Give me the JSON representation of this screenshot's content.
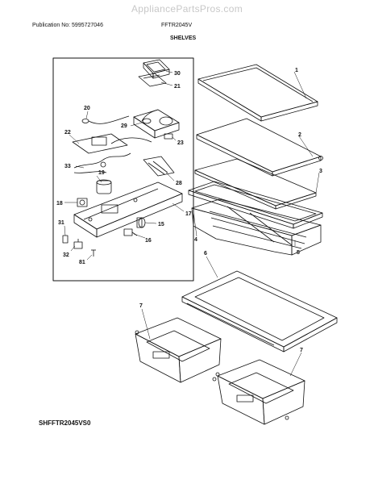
{
  "watermark": "AppliancePartsPros.com",
  "header": {
    "publication": "Publication No: 5995727046",
    "model": "FFTR2045V",
    "section_title": "SHELVES"
  },
  "diagram_code": "SHFFTR2045VS0",
  "callouts": {
    "c1": "1",
    "c2": "2",
    "c3": "3",
    "c4": "4",
    "c5": "5",
    "c6": "6",
    "c7a": "7",
    "c7b": "7",
    "c15": "15",
    "c16": "16",
    "c17": "17",
    "c18": "18",
    "c19": "19",
    "c20": "20",
    "c21": "21",
    "c22": "22",
    "c23": "23",
    "c28": "28",
    "c29": "29",
    "c30": "30",
    "c31": "31",
    "c32": "32",
    "c33": "33",
    "c81": "81"
  }
}
